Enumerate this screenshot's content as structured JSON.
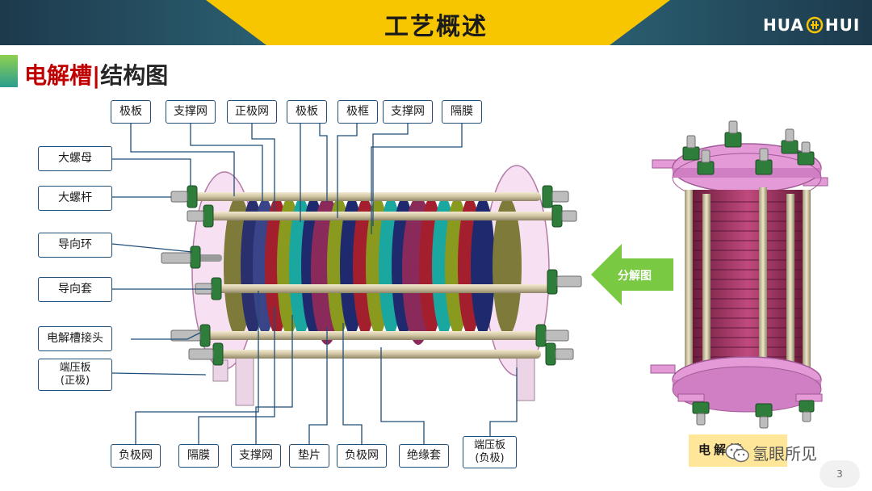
{
  "slide": {
    "title": "工艺概述",
    "logo_text_left": "HUA",
    "logo_text_right": "HUI",
    "section_title_main": "电解槽",
    "section_title_sep": "|",
    "section_title_sub": "结构图",
    "page_number": "3"
  },
  "top_labels": [
    "极板",
    "支撑网",
    "正极网",
    "极板",
    "极框",
    "支撑网",
    "隔膜"
  ],
  "left_labels": [
    "大螺母",
    "大螺杆",
    "导向环",
    "导向套",
    "电解槽接头",
    "端压板\n(正极)"
  ],
  "bottom_labels": [
    "负极网",
    "隔膜",
    "支撑网",
    "垫片",
    "负极网",
    "绝缘套",
    "端压板\n(负极)"
  ],
  "arrow": {
    "label": "分解图"
  },
  "assembled_caption": "电解槽",
  "watermark": "氢眼所见",
  "colors": {
    "header_dark": "#1d3a4c",
    "title_tab": "#f7c600",
    "section_red": "#c00000",
    "callout_border": "#1f4e79",
    "arrow_green": "#7ac943",
    "stack_red": "#a31f2e",
    "stack_teal": "#1aa7a0",
    "stack_olive": "#8a9a1e",
    "stack_navy": "#1f2a6e",
    "plate_pink": "#e08fd0",
    "caption_bg": "#ffe699"
  }
}
